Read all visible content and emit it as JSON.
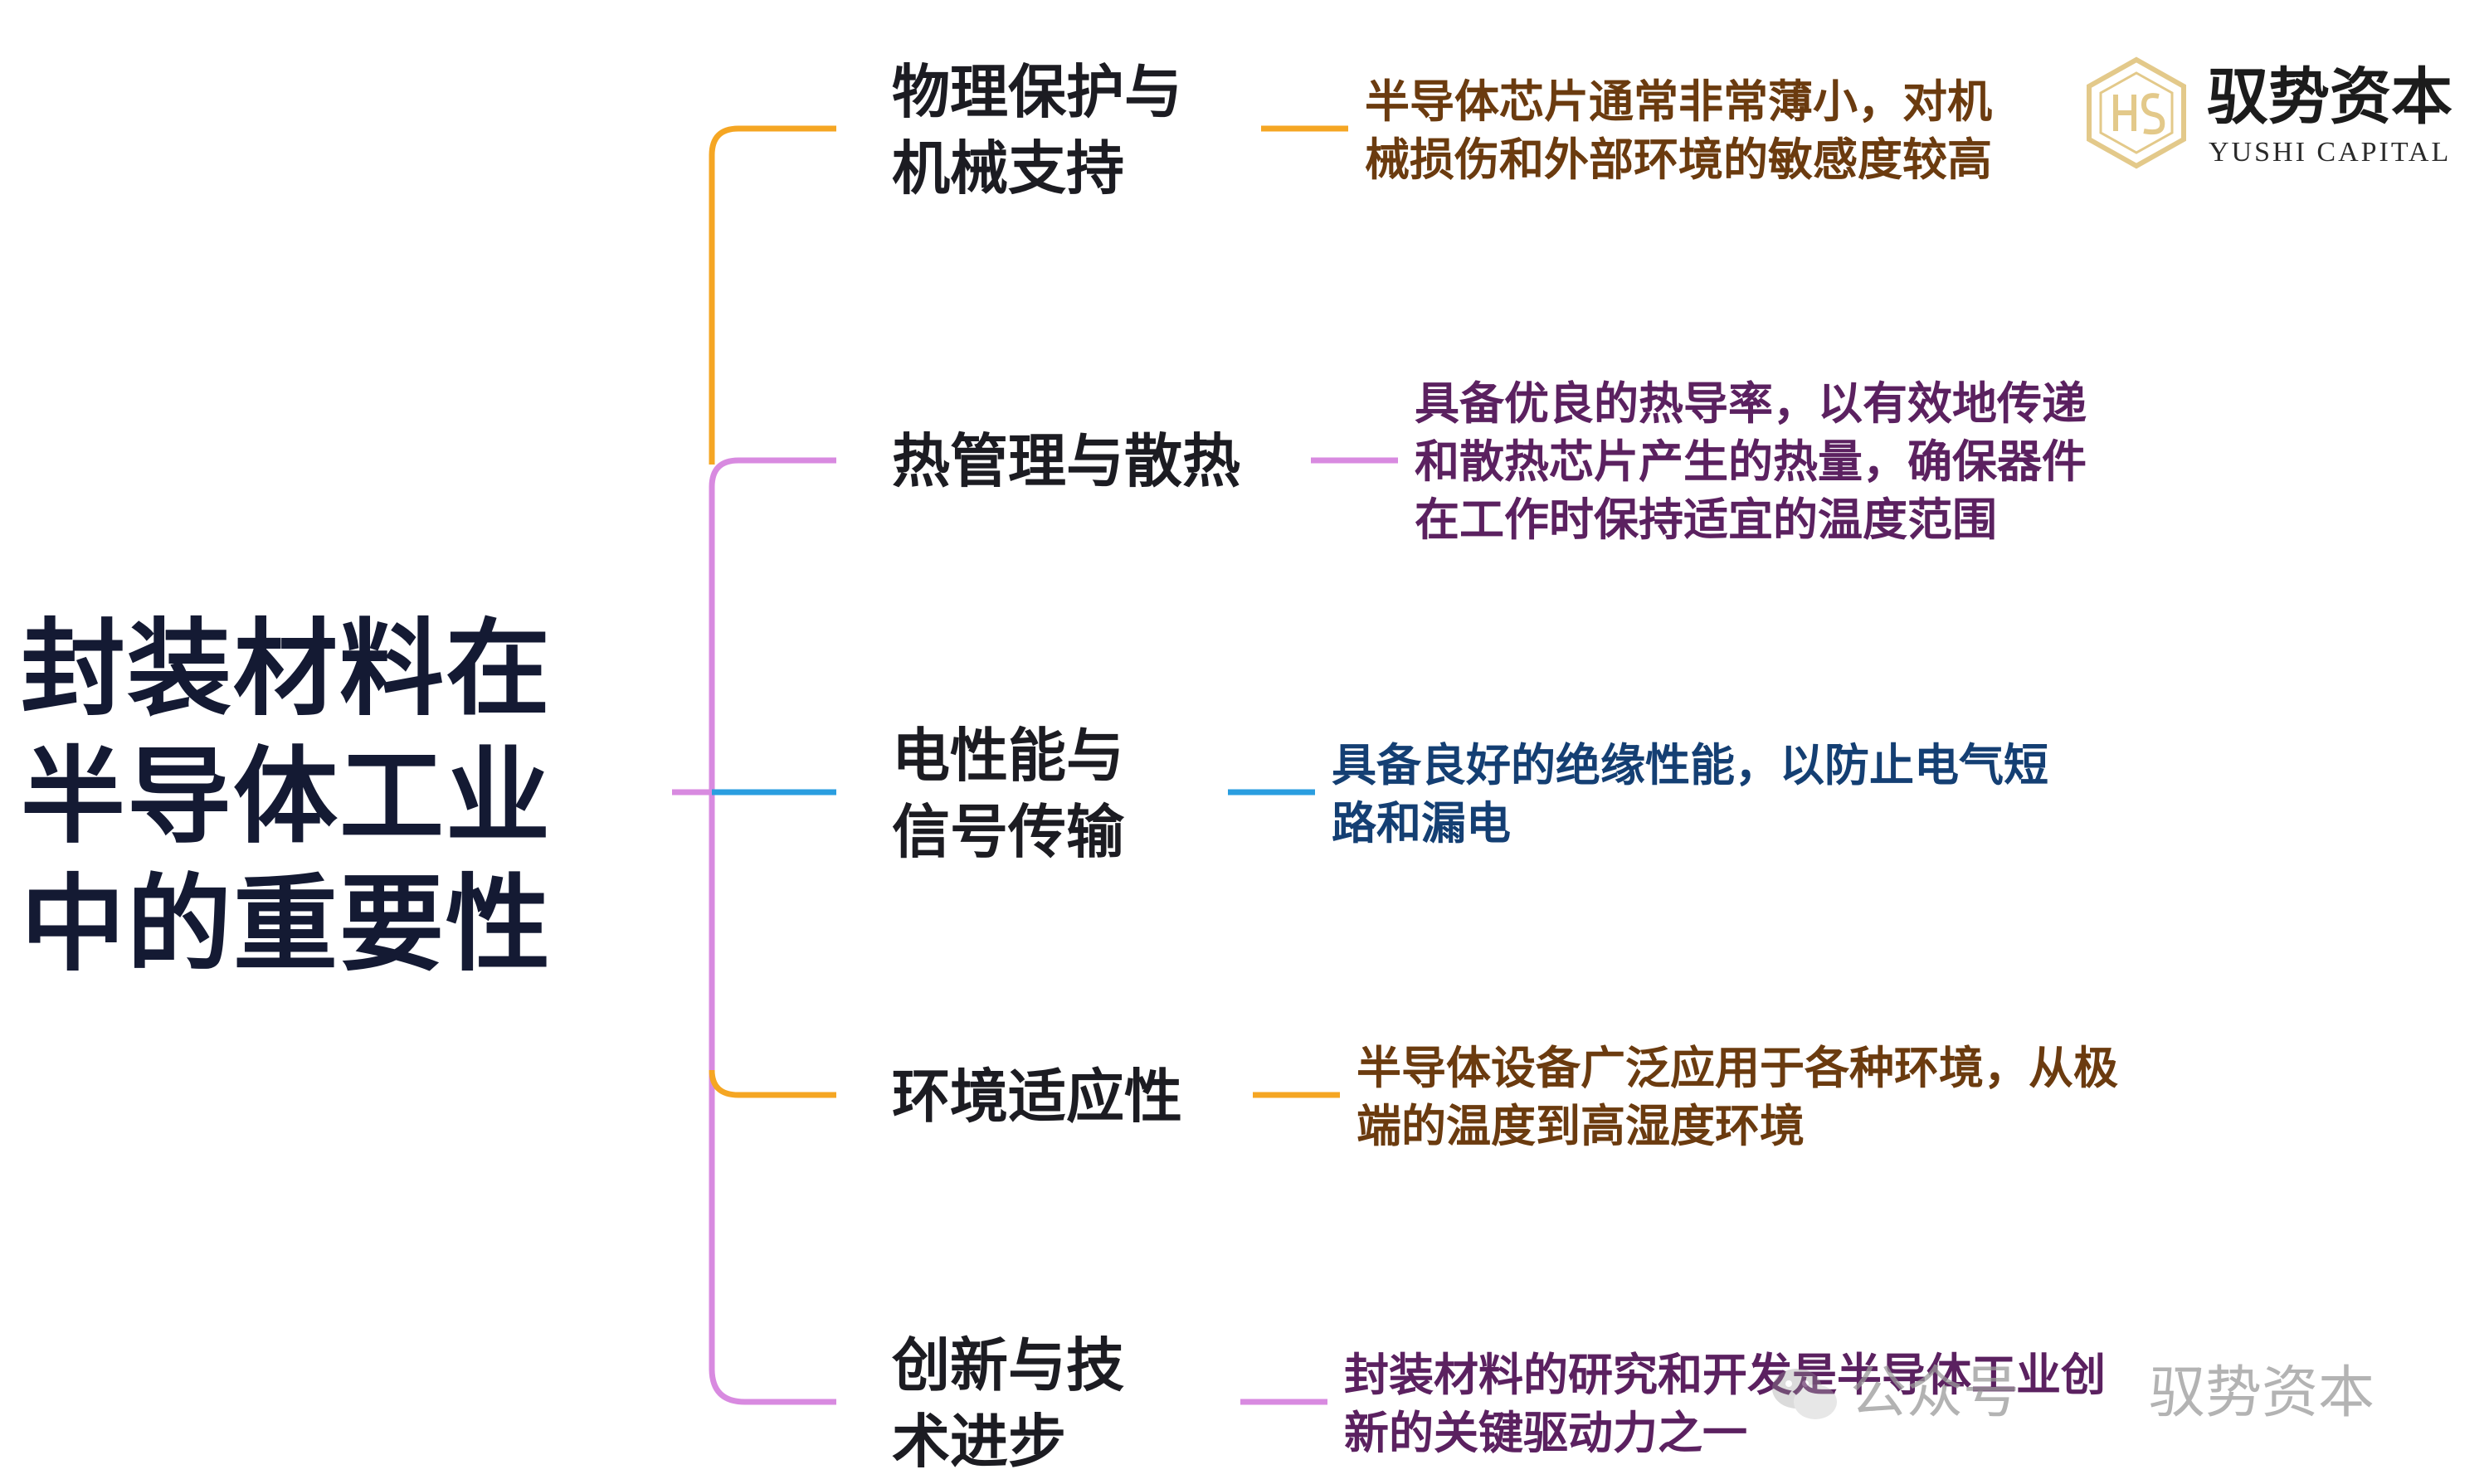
{
  "root": {
    "line1": "封装材料在",
    "line2": "半导体工业",
    "line3": "中的重要性"
  },
  "branches": [
    {
      "title_line1": "物理保护与",
      "title_line2": "机械支持",
      "desc_line1": "半导体芯片通常非常薄小，对机",
      "desc_line2": "械损伤和外部环境的敏感度较高",
      "color": "#f5a623"
    },
    {
      "title_line1": "热管理与散热",
      "desc_line1": "具备优良的热导率，以有效地传递",
      "desc_line2": "和散热芯片产生的热量，确保器件",
      "desc_line3": "在工作时保持适宜的温度范围",
      "color": "#d88ae0"
    },
    {
      "title_line1": "电性能与",
      "title_line2": "信号传输",
      "desc_line1": "具备良好的绝缘性能，以防止电气短",
      "desc_line2": "路和漏电",
      "color": "#2a9ee0"
    },
    {
      "title_line1": "环境适应性",
      "desc_line1": "半导体设备广泛应用于各种环境，从极",
      "desc_line2": "端的温度到高湿度环境",
      "color": "#f5a623"
    },
    {
      "title_line1": "创新与技",
      "title_line2": "术进步",
      "desc_line1": "封装材料的研究和开发是半导体工业创",
      "desc_line2": "新的关键驱动力之一",
      "color": "#d88ae0"
    }
  ],
  "logo": {
    "chinese": "驭势资本",
    "english": "YUSHI CAPITAL",
    "mark_color": "#e3c98a"
  },
  "watermark": {
    "platform": "公众号",
    "name": "驭势资本"
  }
}
